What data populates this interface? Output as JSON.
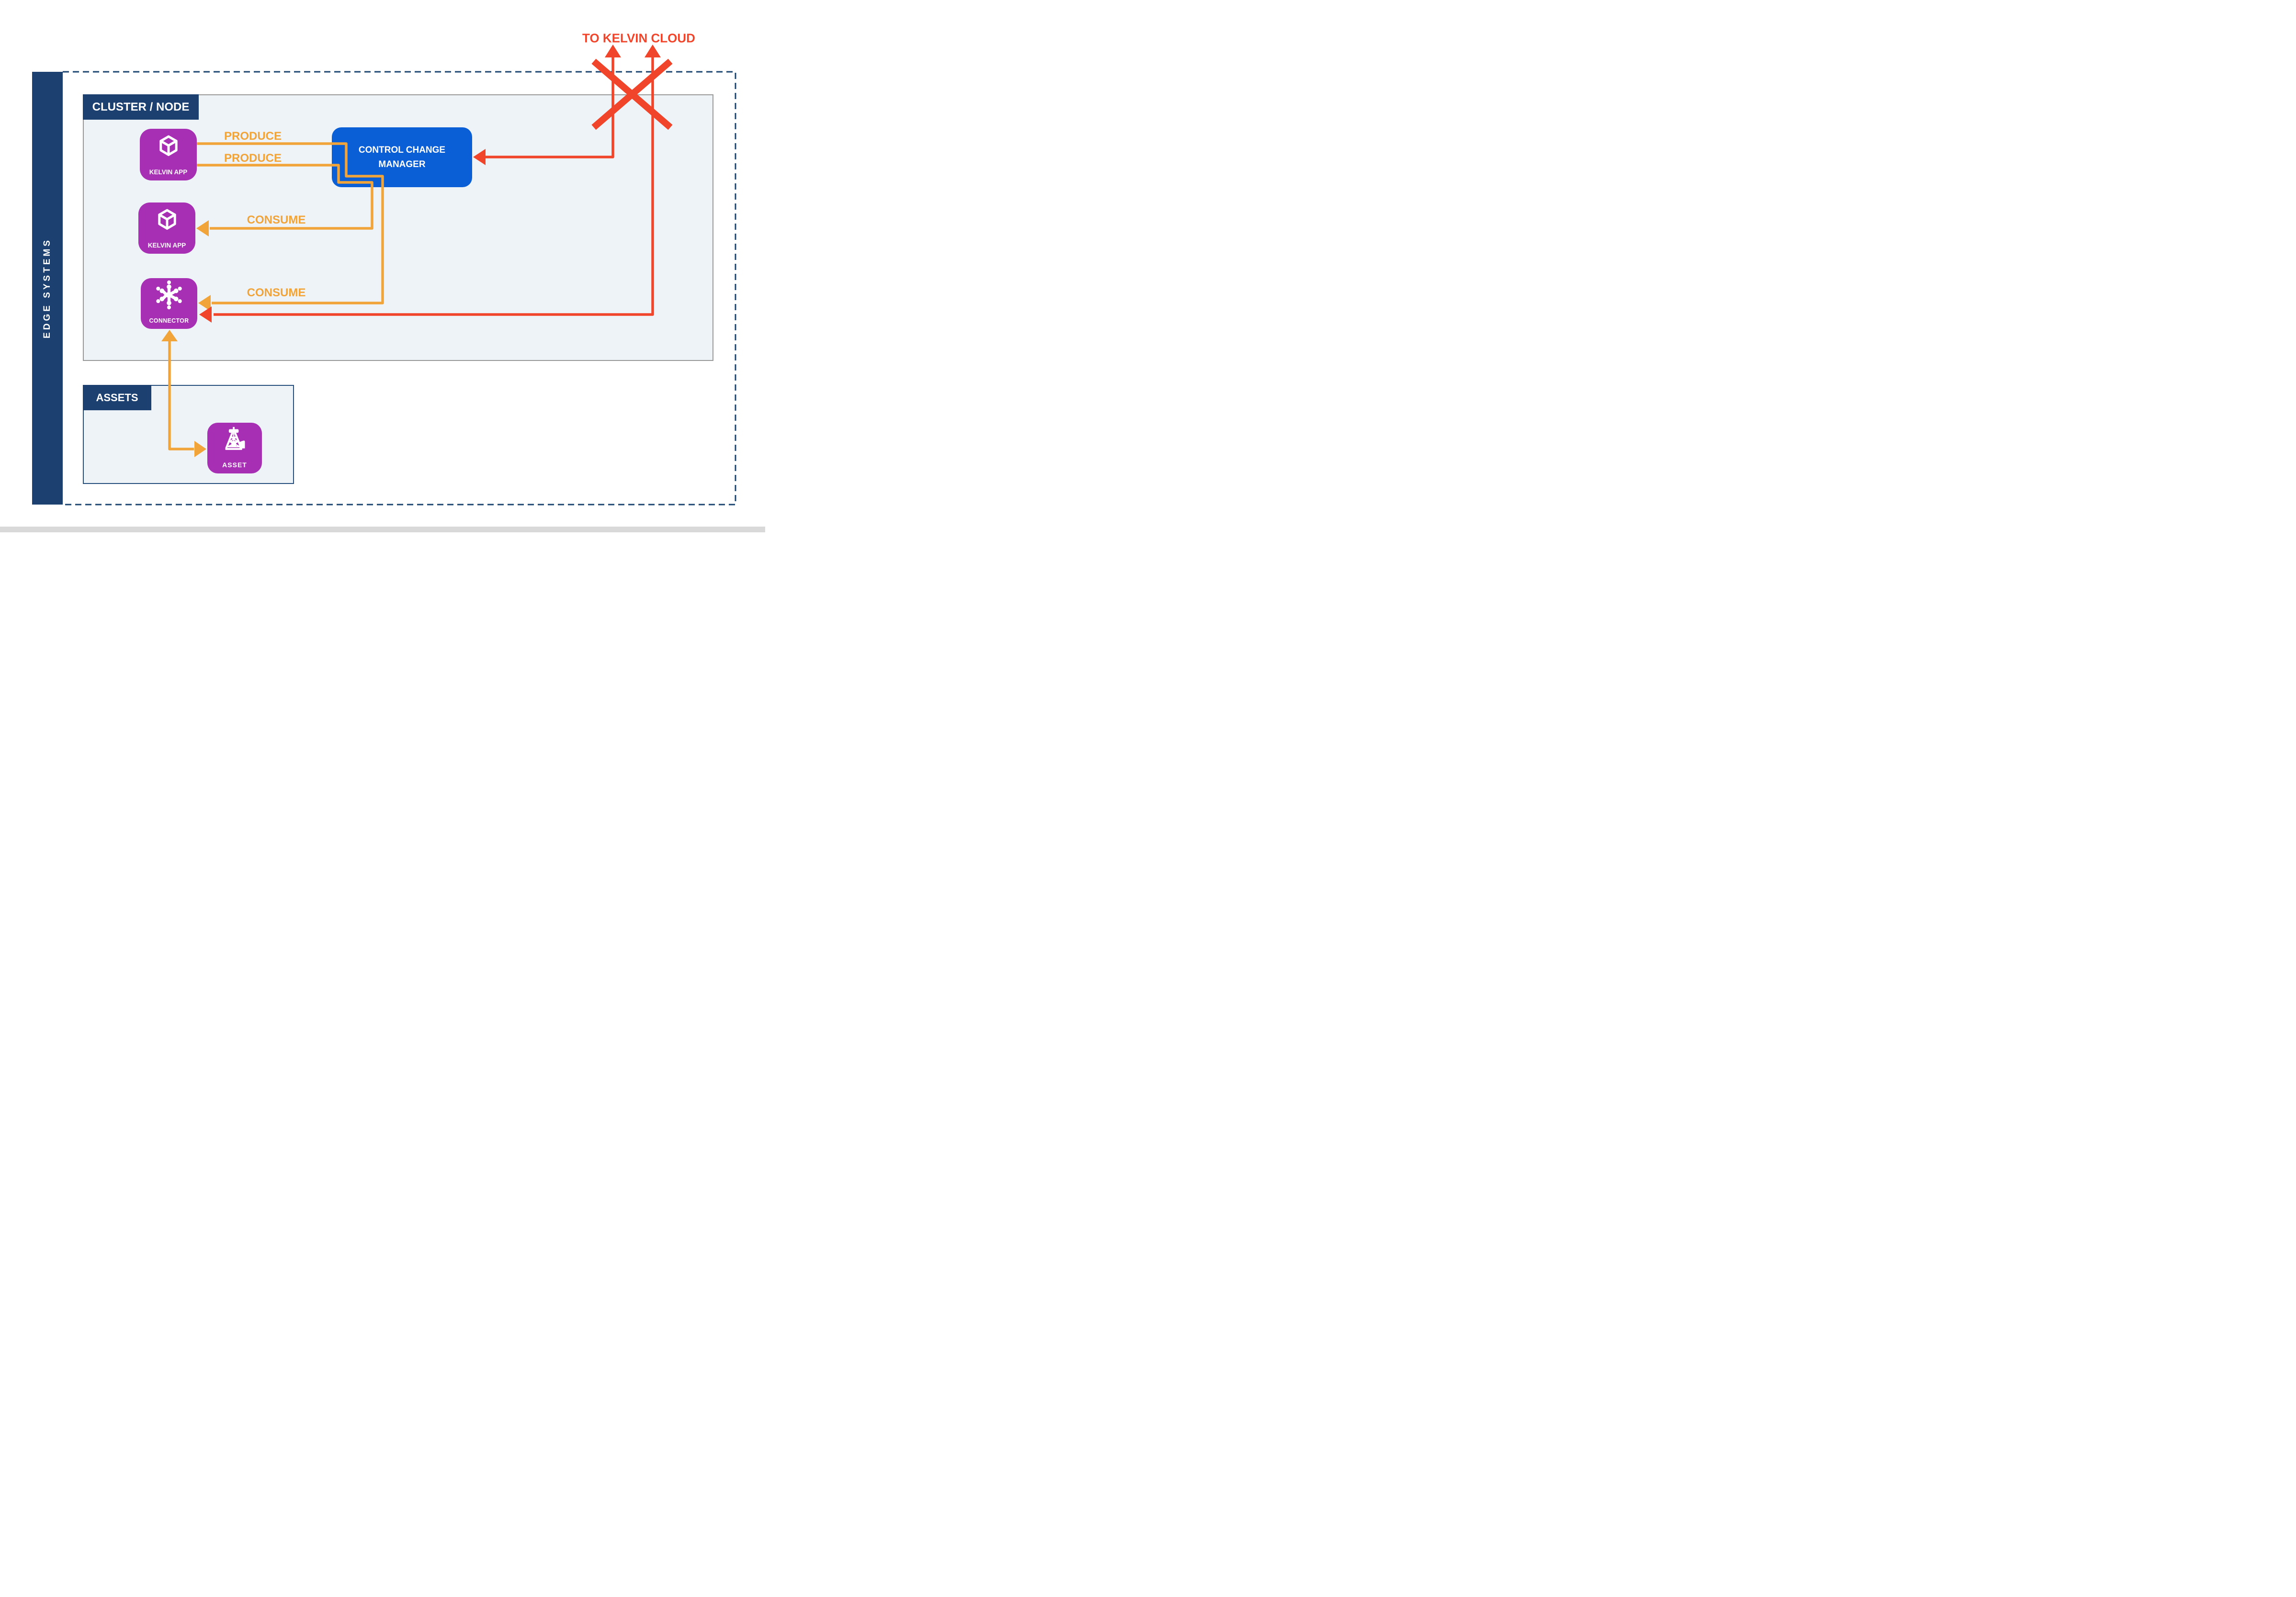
{
  "colors": {
    "navy": "#1C406F",
    "dash_border": "#1C4471",
    "panel_fill": "#EEF3F8",
    "cluster_border_gray": "#999999",
    "assets_border": "#27507E",
    "purple": "#A62FB3",
    "blue": "#0A5FD6",
    "orange": "#F0A43A",
    "red": "#F0452A",
    "footer_gray": "#D9D9D9",
    "icon_white": "#ffffff"
  },
  "cloud": {
    "label": "TO KELVIN CLOUD"
  },
  "edge_bar": {
    "label": "EDGE SYSTEMS"
  },
  "cluster": {
    "tag": "CLUSTER / NODE"
  },
  "assets_group": {
    "tag": "ASSETS"
  },
  "nodes": {
    "kelvin_app_1": {
      "label": "KELVIN APP",
      "icon": "cube-icon"
    },
    "kelvin_app_2": {
      "label": "KELVIN APP",
      "icon": "cube-icon"
    },
    "connector": {
      "label": "CONNECTOR",
      "icon": "hub-icon"
    },
    "asset": {
      "label": "ASSET",
      "icon": "oil-derrick-icon"
    },
    "control_change_manager": {
      "line1": "CONTROL CHANGE",
      "line2": "MANAGER"
    }
  },
  "flows": {
    "produce_1": "PRODUCE",
    "produce_2": "PRODUCE",
    "consume_1": "CONSUME",
    "consume_2": "CONSUME"
  }
}
